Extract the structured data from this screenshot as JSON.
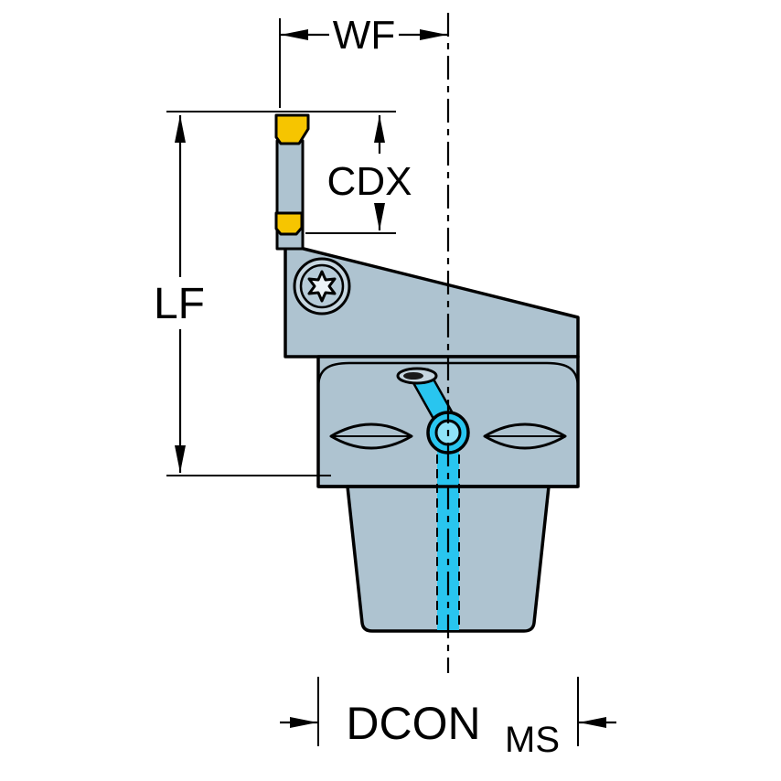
{
  "diagram": {
    "kind": "tool-holder-dimension-drawing",
    "labels": {
      "wf": "WF",
      "cdx": "CDX",
      "lf": "LF",
      "dcon": "DCON",
      "dcon_subscript": "MS"
    },
    "colors": {
      "background": "#ffffff",
      "body": "#aec3d0",
      "body_light": "#c6d6e0",
      "body_lighter": "#edf3f7",
      "insert_yellow": "#f6c500",
      "coolant_cyan": "#29c5ef",
      "coolant_cyan_light": "#8fe2f8",
      "outline": "#000000",
      "dimension": "#000000"
    }
  }
}
